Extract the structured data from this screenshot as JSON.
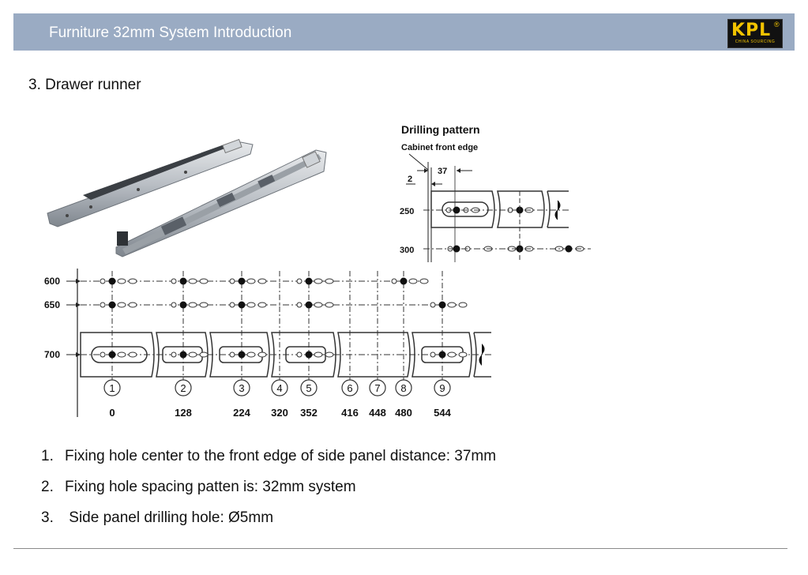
{
  "header": {
    "title": "Furniture 32mm System Introduction"
  },
  "logo": {
    "text": "KPL",
    "reg": "®",
    "sub": "CHINA SOURCING"
  },
  "section": {
    "title": "3. Drawer runner"
  },
  "drilling": {
    "title": "Drilling pattern",
    "subtitle": "Cabinet front edge",
    "dim_37": "37",
    "dim_2": "2",
    "row_250": "250",
    "row_300": "300"
  },
  "bottom": {
    "rows": [
      "600",
      "650",
      "700"
    ],
    "positions": [
      {
        "num": "1",
        "val": "0"
      },
      {
        "num": "2",
        "val": "128"
      },
      {
        "num": "3",
        "val": "224"
      },
      {
        "num": "4",
        "val": "320"
      },
      {
        "num": "5",
        "val": "352"
      },
      {
        "num": "6",
        "val": "416"
      },
      {
        "num": "7",
        "val": "448"
      },
      {
        "num": "8",
        "val": "480"
      },
      {
        "num": "9",
        "val": "544"
      }
    ]
  },
  "notes": [
    {
      "num": "1.",
      "text": "Fixing hole center to the front edge of side panel distance: 37mm"
    },
    {
      "num": "2.",
      "text": "Fixing hole spacing patten is: 32mm system"
    },
    {
      "num": "3.",
      "text": " Side panel drilling hole: Ø5mm"
    }
  ]
}
